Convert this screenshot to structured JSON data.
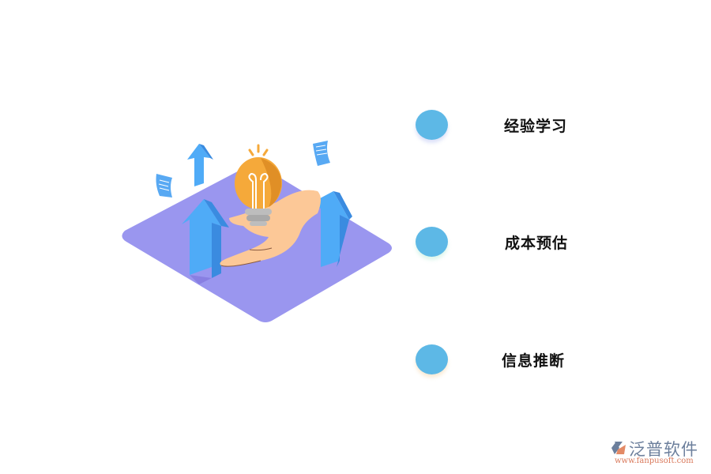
{
  "illustration": {
    "description": "isometric purple platform with hand holding lightbulb, blue up arrows and documents",
    "colors": {
      "platform": "#9a96ef",
      "arrow": "#4aa8f5",
      "arrow_dark": "#3a8be0",
      "bulb": "#f5a93a",
      "bulb_dark": "#e08f26",
      "hand": "#fcc897",
      "socket": "#bdbdbd",
      "paper": "#58a9f3"
    }
  },
  "items": [
    {
      "label": "经验学习",
      "dot_color": "#5db8e6"
    },
    {
      "label": "成本预估",
      "dot_color": "#5db8e6"
    },
    {
      "label": "信息推断",
      "dot_color": "#5db8e6"
    }
  ],
  "logo": {
    "title": "泛普软件",
    "url": "www.fanpusoft.com"
  }
}
